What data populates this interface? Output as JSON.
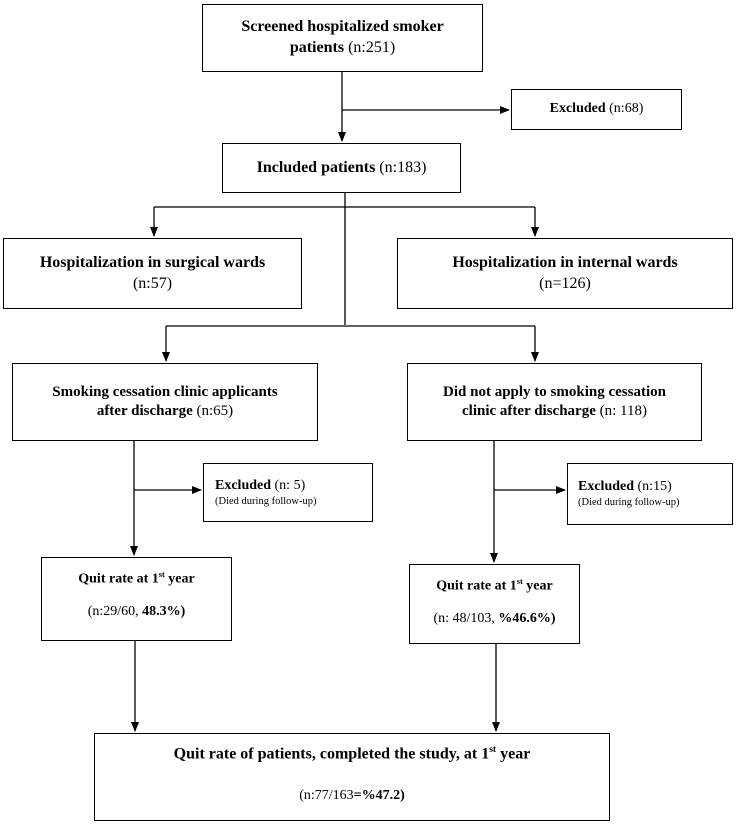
{
  "nodes": {
    "screened": {
      "title": "Screened hospitalized smoker",
      "title2": "patients",
      "count": " (n:251)"
    },
    "excluded_top": {
      "title": "Excluded",
      "count": " (n:68)"
    },
    "included": {
      "title": "Included patients",
      "count": " (n:183)"
    },
    "surgical": {
      "title": "Hospitalization in surgical wards",
      "count": "(n:57)"
    },
    "internal": {
      "title": "Hospitalization in internal wards",
      "count": "(n=126)"
    },
    "applicants": {
      "title": "Smoking cessation clinic applicants",
      "title2": "after discharge",
      "count": " (n:65)"
    },
    "non_applicants": {
      "title": "Did not apply to smoking cessation",
      "title2": "clinic after discharge",
      "count": " (n: 118)"
    },
    "excluded_left": {
      "title": "Excluded",
      "count": " (n: 5)",
      "note": "(Died during follow-up)"
    },
    "excluded_right": {
      "title": "Excluded",
      "count": " (n:15)",
      "note": "(Died during follow-up)"
    },
    "quit_left": {
      "title": "Quit rate at 1",
      "sup": "st",
      "title_end": " year",
      "count": "(n:29/60, ",
      "rate": "48.3%)"
    },
    "quit_right": {
      "title": "Quit rate at 1",
      "sup": "st",
      "title_end": " year",
      "count": "(n: 48/103, ",
      "rate": "%46.6%)"
    },
    "quit_total": {
      "title": "Quit rate of patients, completed the study, at 1",
      "sup": "st",
      "title_end": " year",
      "count": "(n:77/163",
      "rate": "=%47.2)"
    }
  }
}
